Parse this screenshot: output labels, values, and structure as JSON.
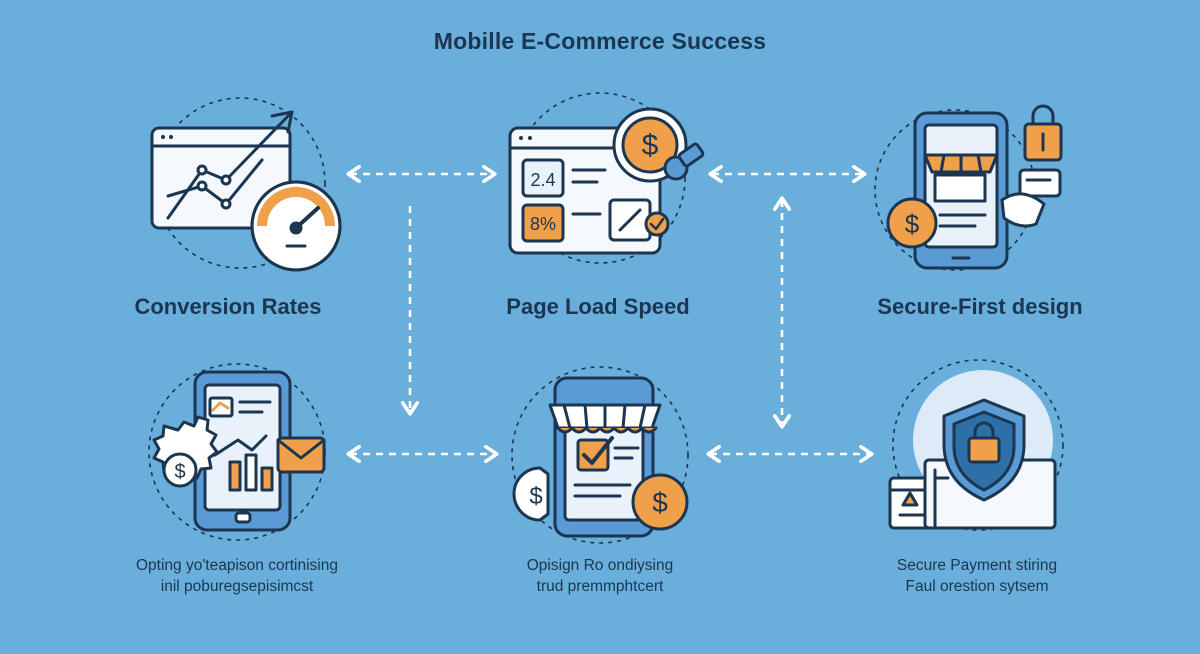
{
  "title": "Mobille E-Commerce Success",
  "colors": {
    "background": "#6aaedc",
    "line": "#1b3650",
    "accent_orange": "#f0a04b",
    "panel_light": "#e9f1fa",
    "phone_blue": "#5a9bd5",
    "arrow": "#ffffff"
  },
  "nodes": {
    "conversion": {
      "label": "Conversion Rates",
      "icon": "chart-speedometer-icon"
    },
    "page_load": {
      "label": "Page Load Speed",
      "icon": "browser-coin-icon",
      "stats": [
        "2.4",
        "8%"
      ]
    },
    "secure_first": {
      "label": "Secure-First design",
      "icon": "phone-shop-lock-icon"
    },
    "optimizing": {
      "line1": "Opting yo'teapison cortinising",
      "line2": "inil poburegsepisimcst",
      "icon": "phone-gear-analytics-icon"
    },
    "one_click": {
      "line1": "Opisign Ro ondiysing",
      "line2": "trud premmphtcert",
      "icon": "phone-storefront-checkout-icon"
    },
    "secure_payment": {
      "line1": "Secure Payment stiring",
      "line2": "Faul orestion sytsem",
      "icon": "shield-bag-icon"
    }
  }
}
